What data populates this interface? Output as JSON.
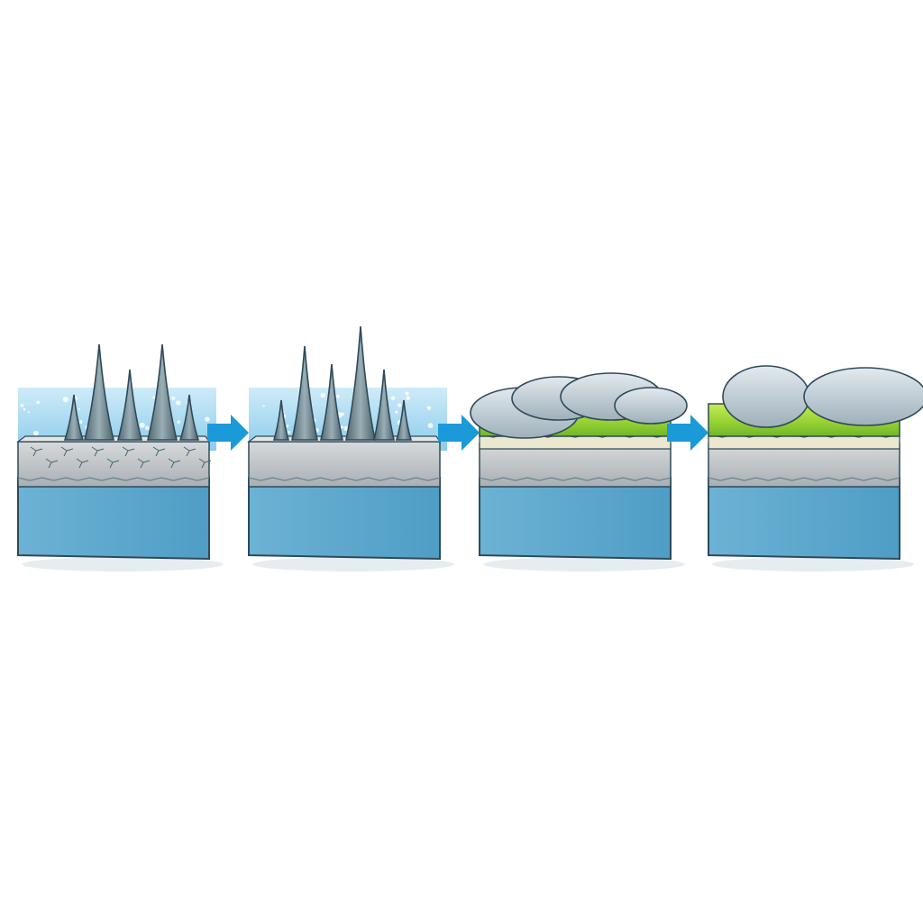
{
  "diagram": {
    "panel_count": 4,
    "arrow_count": 3,
    "panels": [
      {
        "stage": 1,
        "top_feature": "sharp-spikes",
        "top_background": "blue-bubbly-liquid",
        "surface": "cracked-gray"
      },
      {
        "stage": 2,
        "top_feature": "sharp-spikes",
        "top_background": "blue-bubbly-liquid",
        "surface": "smooth-gray"
      },
      {
        "stage": 3,
        "top_feature": "rounded-mounds",
        "top_background": "none",
        "surface": "green-and-cream-layers"
      },
      {
        "stage": 4,
        "top_feature": "rounded-mounds",
        "top_background": "none",
        "surface": "green-and-cream-layers"
      }
    ],
    "colors": {
      "base_blue": "#5aa6cc",
      "layer_gray": "#b9bec2",
      "layer_cream": "#ece7cf",
      "layer_green": "#9bd33a",
      "spike": "#6f8590",
      "mound": "#b8c6cf",
      "liquid": "#8fd0ee",
      "arrow": "#1a9ad8",
      "outline": "#2e4a5a"
    }
  }
}
